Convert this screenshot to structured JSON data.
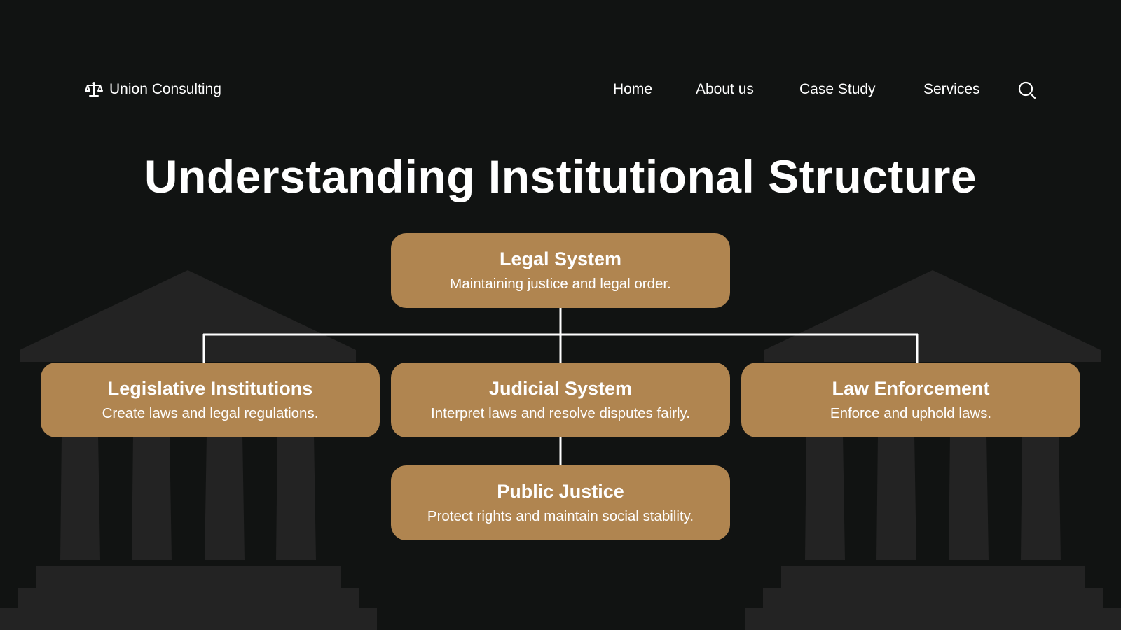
{
  "header": {
    "brand": {
      "name": "Union Consulting",
      "icon": "scales-of-justice-icon"
    },
    "nav": [
      {
        "label": "Home"
      },
      {
        "label": "About us"
      },
      {
        "label": "Case Study"
      },
      {
        "label": "Services"
      }
    ],
    "search_icon": "search-icon"
  },
  "main": {
    "title": "Understanding Institutional Structure"
  },
  "diagram": {
    "root": {
      "title": "Legal System",
      "description": "Maintaining justice and legal order."
    },
    "branches": [
      {
        "title": "Legislative Institutions",
        "description": "Create laws and legal regulations."
      },
      {
        "title": "Judicial System",
        "description": "Interpret laws and resolve disputes fairly."
      },
      {
        "title": "Law Enforcement",
        "description": "Enforce and uphold laws."
      }
    ],
    "leaf": {
      "title": "Public Justice",
      "description": "Protect rights and maintain social stability."
    }
  },
  "colors": {
    "background": "#111312",
    "node_fill": "#b08550",
    "silhouette": "#232323",
    "text": "#ffffff",
    "connector": "#ffffff"
  }
}
